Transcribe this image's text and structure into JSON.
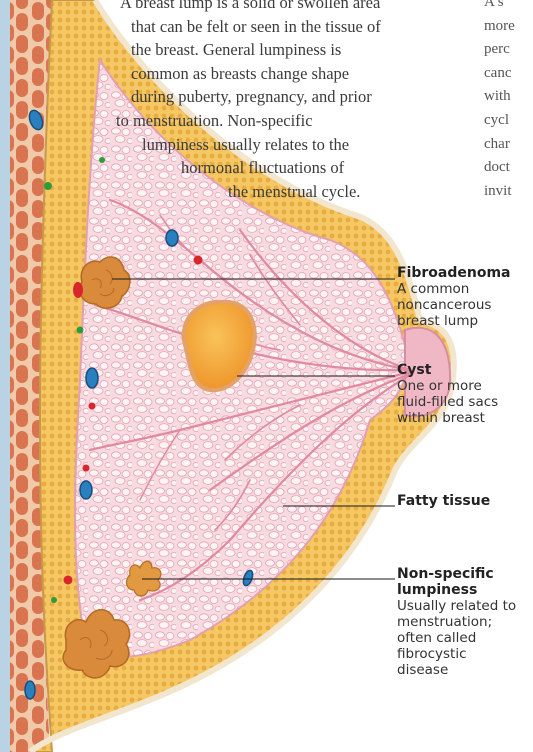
{
  "intro_lines": [
    "A breast lump is a solid or swollen area",
    "that can be felt or seen in the tissue of",
    "the breast. General lumpiness is",
    "common as breasts change shape",
    "during puberty, pregnancy, and prior",
    "to menstruation. Non-specific",
    "lumpiness usually relates to the",
    "hormonal fluctuations of",
    "the menstrual cycle."
  ],
  "side_lines": [
    "A s",
    "more",
    "perc",
    "canc",
    "with",
    "cycl",
    "char",
    "doct",
    "invit"
  ],
  "labels": {
    "fibroadenoma": {
      "title": "Fibroadenoma",
      "desc": [
        "A common",
        "noncancerous",
        "breast lump"
      ]
    },
    "cyst": {
      "title": "Cyst",
      "desc": [
        "One or more",
        "fluid-filled sacs",
        "within breast"
      ]
    },
    "fatty": {
      "title": "Fatty tissue",
      "desc": []
    },
    "nonspecific": {
      "title_lines": [
        "Non-specific",
        "lumpiness"
      ],
      "desc": [
        "Usually related to",
        "menstruation;",
        "often called",
        "fibrocystic",
        "disease"
      ]
    }
  },
  "colors": {
    "fat": "#f3c25e",
    "fat_dots": "#e6a93c",
    "gland": "#f3c6cf",
    "ducts": "#e392a6",
    "muscle": "#d9734f",
    "cyst": "#f4a93a",
    "fibroadenoma": "#d9893a",
    "vessel_blue": "#2a7fbf",
    "vessel_red": "#d8262c",
    "vessel_green": "#2f9b3a"
  }
}
